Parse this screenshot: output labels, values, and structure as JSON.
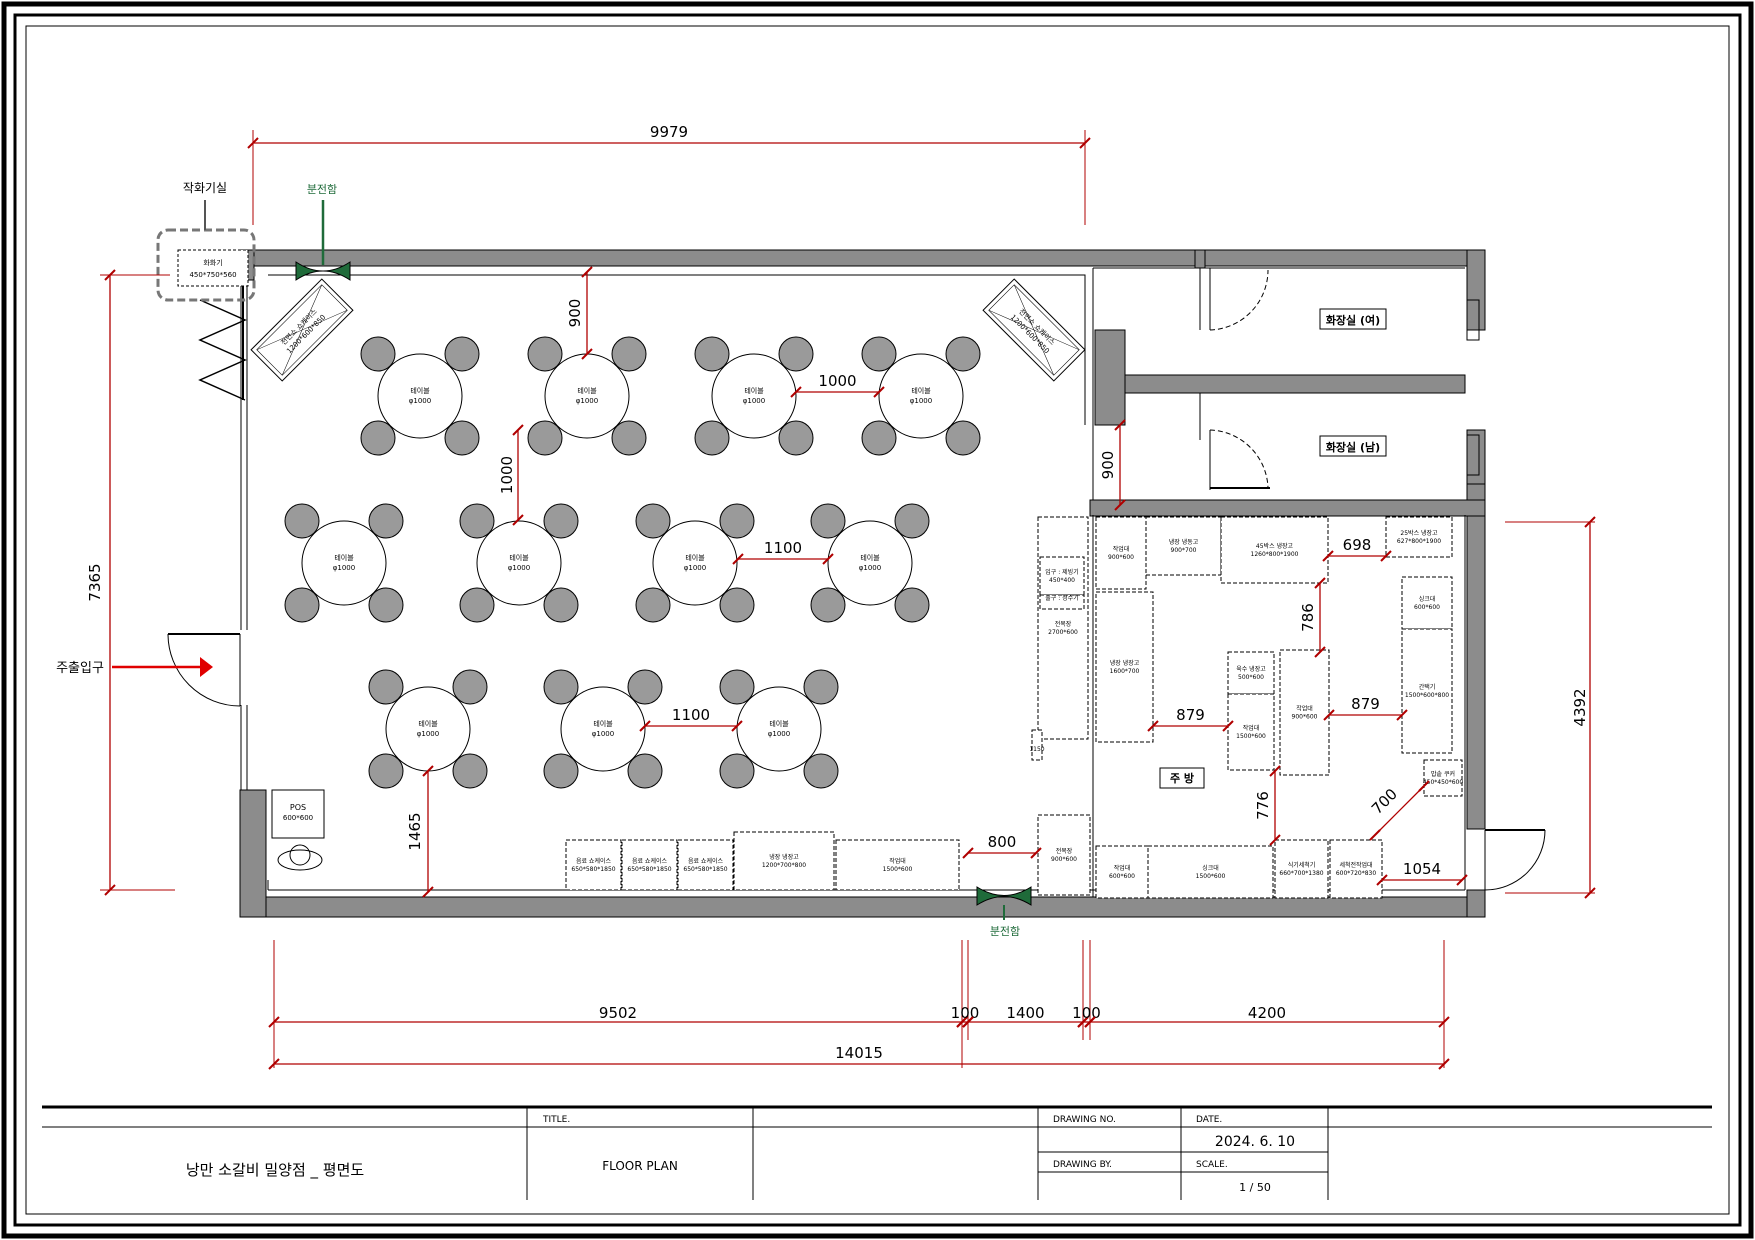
{
  "labels": {
    "fire_extinguisher_room": "작화기실",
    "panel_top": "분전함",
    "panel_bottom": "분전함",
    "main_entrance": "주출입구",
    "restroom_f": "화장실 (여)",
    "restroom_m": "화장실 (남)",
    "kitchen": "주 방",
    "fire_ext_box": "화화기\n450*750*560",
    "pos": "POS\n600*600",
    "display_left": "전면쇼 쇼케이스\n1200*600*850",
    "display_right": "전면쇼 쇼케이스\n1200*600*850",
    "table": "테이블\nφ1000"
  },
  "kitchen_equipment": [
    {
      "name": "작업대",
      "spec": "900*600"
    },
    {
      "name": "냉장 냉동고",
      "spec": "900*700"
    },
    {
      "name": "45박스 냉장고",
      "spec": "1260*800*1900"
    },
    {
      "name": "25박스 냉장고",
      "spec": "627*800*1900"
    },
    {
      "name": "싱크대",
      "spec": "600*600"
    },
    {
      "name": "간택기",
      "spec": "1500*600*800"
    },
    {
      "name": "냉장 냉장고",
      "spec": "1600*700"
    },
    {
      "name": "육수 냉장고",
      "spec": "500*600"
    },
    {
      "name": "작업대",
      "spec": "1500*600"
    },
    {
      "name": "작업대",
      "spec": "900*600"
    },
    {
      "name": "밥솥 쿠커",
      "spec": "450*450*600"
    },
    {
      "name": "전복장",
      "spec": "2700*600"
    },
    {
      "name": "입구 : 제빙기",
      "spec": "450*400"
    },
    {
      "name": "출구 : 정수기",
      "spec": ""
    },
    {
      "name": "작업대",
      "spec": "600*600"
    },
    {
      "name": "싱크대",
      "spec": "1500*600"
    },
    {
      "name": "식기세척기",
      "spec": "660*700*1380"
    },
    {
      "name": "세척전작업대",
      "spec": "600*720*830"
    },
    {
      "name": "전복장",
      "spec": "900*600"
    },
    {
      "name": "음료 쇼케이스",
      "spec": "650*580*1850"
    },
    {
      "name": "음료 쇼케이스",
      "spec": "650*580*1850"
    },
    {
      "name": "음료 쇼케이스",
      "spec": "650*580*1850"
    },
    {
      "name": "냉장 냉장고",
      "spec": "1200*700*800"
    },
    {
      "name": "작업대",
      "spec": "1500*600"
    },
    {
      "name": "",
      "spec": "1150"
    }
  ],
  "dimensions": {
    "top_total": "9979",
    "left_height": "7365",
    "right_height": "4392",
    "gap_900_a": "900",
    "gap_1000_a": "1000",
    "gap_1000_b": "1000",
    "gap_1100_a": "1100",
    "gap_1100_b": "1100",
    "gap_1465": "1465",
    "gap_900_b": "900",
    "gap_800": "800",
    "k_698": "698",
    "k_786": "786",
    "k_879_a": "879",
    "k_879_b": "879",
    "k_776": "776",
    "k_700": "700",
    "k_1054": "1054",
    "bottom_9502": "9502",
    "bottom_100_a": "100",
    "bottom_1400": "1400",
    "bottom_100_b": "100",
    "bottom_4200": "4200",
    "bottom_total": "14015"
  },
  "title_block": {
    "project": "낭만 소갈비 밀양점 _ 평면도",
    "title_label": "TITLE.",
    "title_value": "FLOOR PLAN",
    "drawing_no_label": "DRAWING NO.",
    "drawing_by_label": "DRAWING BY.",
    "date_label": "DATE.",
    "date_value": "2024. 6. 10",
    "scale_label": "SCALE.",
    "scale_value": "1 / 50"
  },
  "colors": {
    "dim_red": "#b00000",
    "panel_green": "#1f6b3a",
    "wall_fill": "#8c8c8c",
    "chair_fill": "#9a9a9a",
    "arrow_red": "#e00000"
  }
}
